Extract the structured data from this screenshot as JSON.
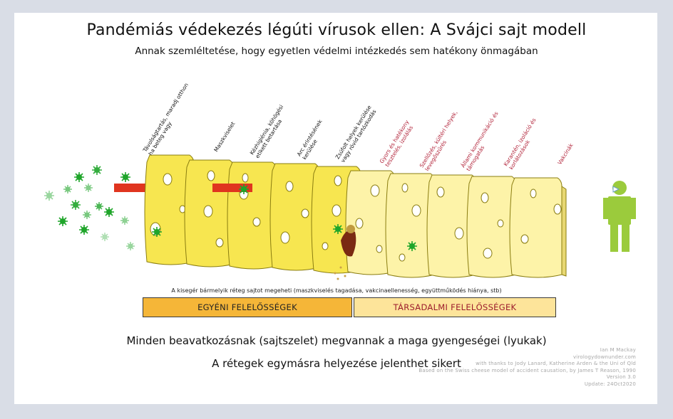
{
  "title": "Pandémiás védekezés légúti vírusok ellen: A Svájci sajt modell",
  "subtitle": "Annak szemléltetése, hogy egyetlen védelmi intézkedés sem hatékony önmagában",
  "layers": [
    {
      "label": "Távolságtartás, maradj otthon ha beteg vagy",
      "group": "individual"
    },
    {
      "label": "Maszkviselet",
      "group": "individual"
    },
    {
      "label": "Kézhigiénia, köhögési etikett betartása",
      "group": "individual"
    },
    {
      "label": "Arc érintésének kerülése",
      "group": "individual"
    },
    {
      "label": "Zsúfolt helyek kerülése vagy rövid tartózkodás",
      "group": "individual"
    },
    {
      "label": "Gyors és hatékony tesztelés, izolálás",
      "group": "societal"
    },
    {
      "label": "Szellőzés, kültéri helyek, levegőszűrés",
      "group": "societal"
    },
    {
      "label": "Állami kommunikáció és támogatás",
      "group": "societal"
    },
    {
      "label": "Karantén, izoláció és korlátozások",
      "group": "societal"
    },
    {
      "label": "Vakcinák",
      "group": "societal"
    }
  ],
  "note": "A kisegér bármelyik réteg sajtot megeheti (maszkviselés tagadása, vakcinaellenesség, együttműködés hiánya, stb)",
  "responsibilities": {
    "individual": "EGYÉNI FELELŐSSÉGEK",
    "societal": "TÁRSADALMI FELELŐSSÉGEK"
  },
  "caption_1": "Minden beavatkozásnak (sajtszelet) megvannak a maga gyengeségei (lyukak)",
  "caption_2": "A rétegek egymásra helyezése jelenthet sikert",
  "credits": [
    "Ian M Mackay",
    "virologydownunder.com",
    "with thanks to Jody Lanard, Katherine Arden & the Uni of Qld",
    "Based on the Swiss cheese model of accident causation, by James T Reason, 1990",
    "Version 3.0",
    "Update: 24Oct2020"
  ],
  "colors": {
    "cheese_individual": "#f7e650",
    "cheese_societal": "#fdf3a8",
    "arrow": "#e0351f",
    "virus": "#1fa52a",
    "person": "#9bcb3c",
    "label_societal": "#b01e35"
  }
}
